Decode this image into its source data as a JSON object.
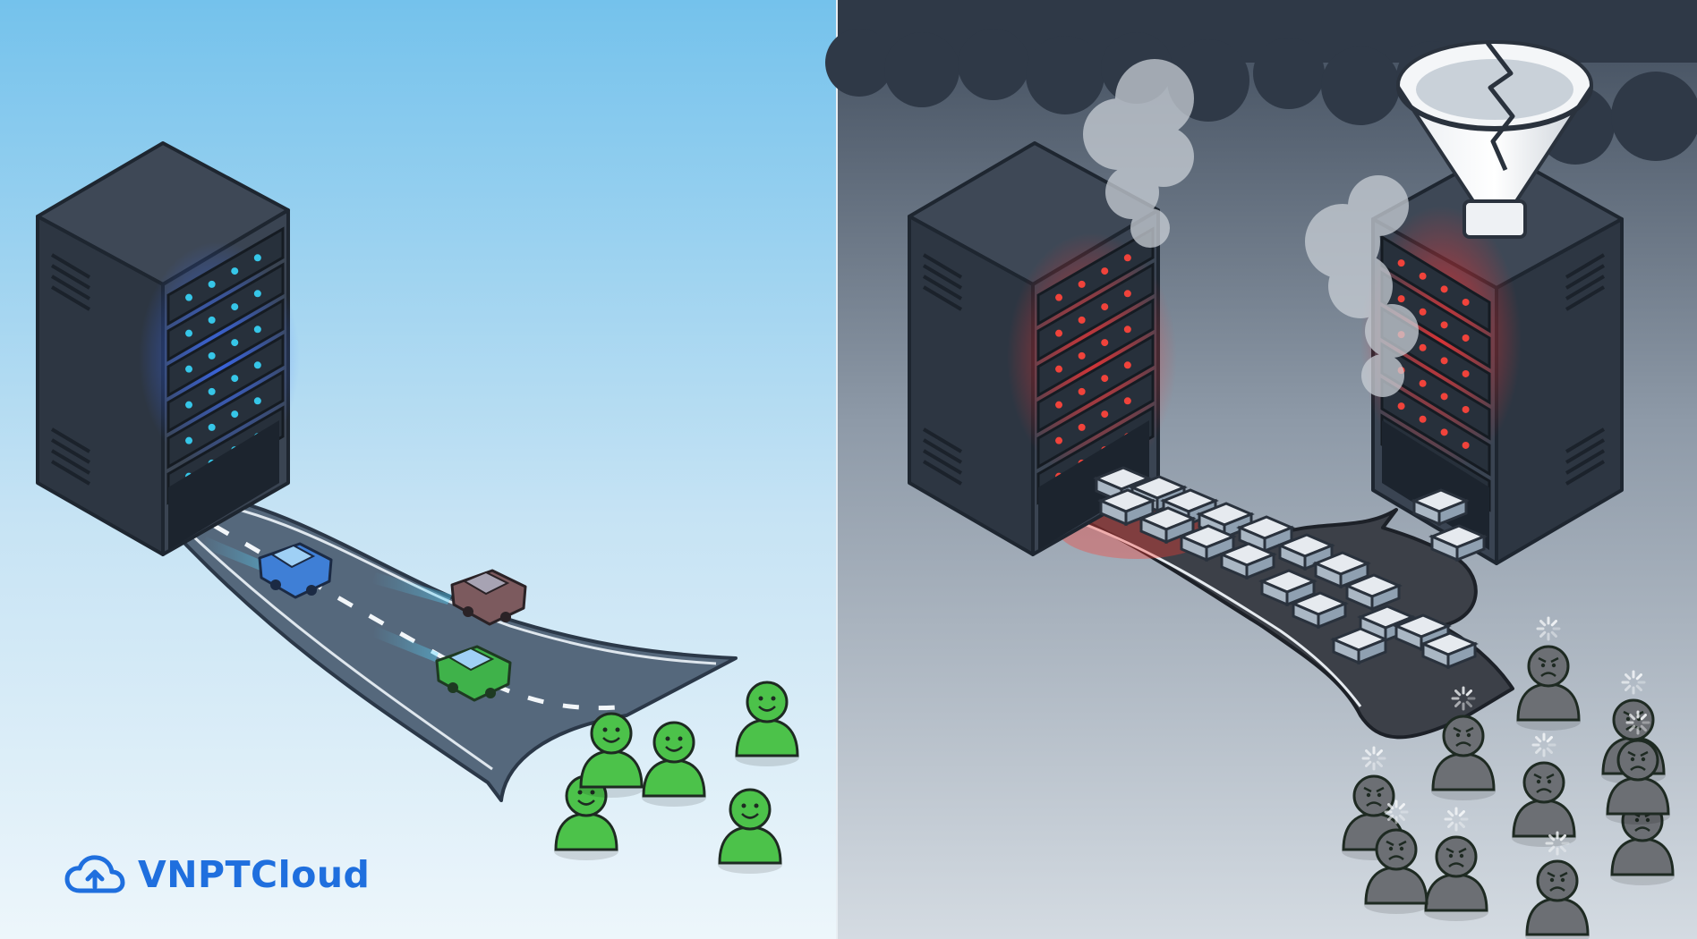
{
  "brand": {
    "name": "VNPTCloud",
    "icon": "cloud-upload-icon",
    "color": "#1f6fde"
  },
  "scene": {
    "left_panel": {
      "theme": "healthy",
      "background": [
        "#74c4ee",
        "#e9f4fa"
      ],
      "server_led_color": "#36c6e8",
      "cars": [
        {
          "name": "blue-car",
          "color": "#3f7fd6"
        },
        {
          "name": "brown-car",
          "color": "#7c5a5e"
        },
        {
          "name": "green-car",
          "color": "#3fb24a"
        }
      ],
      "users": {
        "count": 5,
        "mood": "happy",
        "color": "#4cc24a"
      }
    },
    "right_panel": {
      "theme": "overloaded",
      "background": [
        "#3e4a5a",
        "#cdd6de"
      ],
      "server_led_color": "#f0433b",
      "funnel": "cracked-funnel",
      "users": {
        "count": 10,
        "mood": "angry",
        "color": "#6c6f74"
      }
    }
  }
}
